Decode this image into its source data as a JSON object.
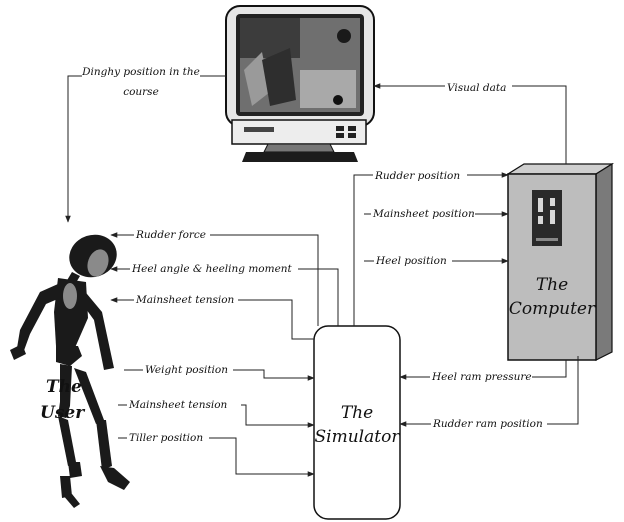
{
  "nodes": {
    "user": [
      "The",
      "User"
    ],
    "simulator": [
      "The",
      "Simulator"
    ],
    "computer": [
      "The",
      "Computer"
    ]
  },
  "edges": {
    "dinghy_position": [
      "Dinghy position in the",
      "course"
    ],
    "visual_data": "Visual data",
    "rudder_position": "Rudder position",
    "mainsheet_position": "Mainsheet position",
    "heel_position": "Heel position",
    "rudder_force": "Rudder force",
    "heel_angle": "Heel angle & heeling moment",
    "mainsheet_tension_to_user": "Mainsheet tension",
    "weight_position": "Weight position",
    "mainsheet_tension_to_sim": "Mainsheet tension",
    "tiller_position": "Tiller position",
    "heel_ram_pressure": "Heel ram pressure",
    "rudder_ram_position": "Rudder ram position"
  },
  "icons": [
    "monitor-icon",
    "computer-tower-icon",
    "human-figure-icon"
  ]
}
